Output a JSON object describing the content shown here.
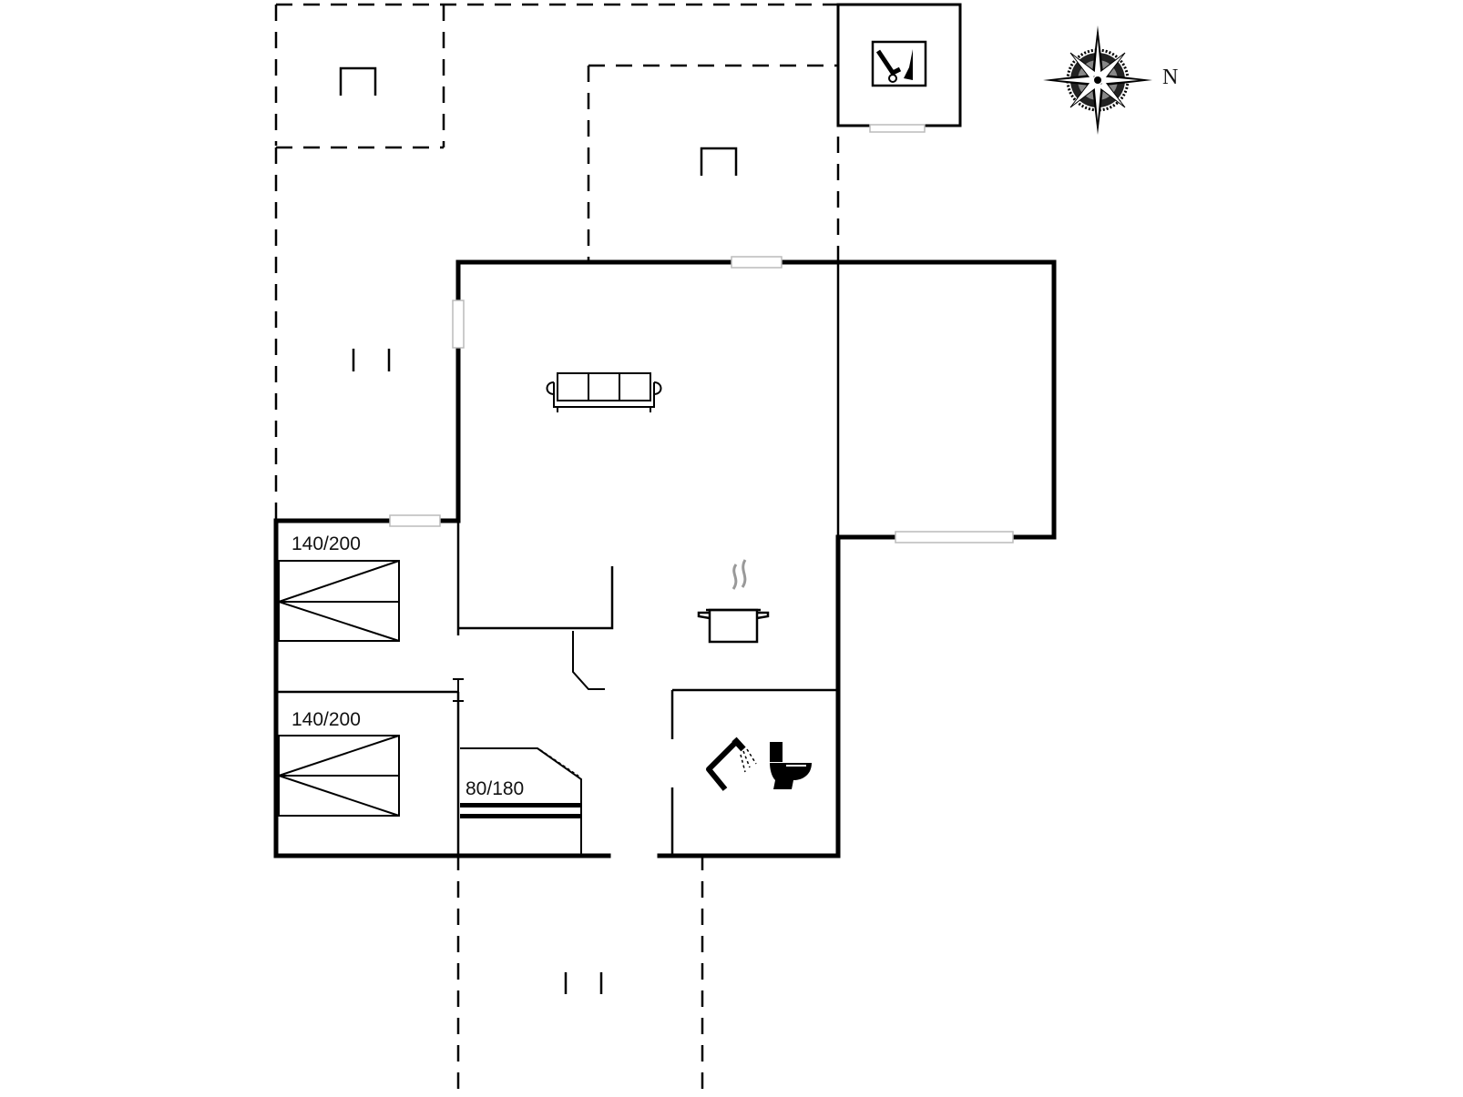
{
  "plan": {
    "bed_labels": [
      "140/200",
      "140/200",
      "80/180"
    ],
    "compass": {
      "north_label": "N"
    },
    "icons": [
      "sofa-icon",
      "cooking-pot-icon",
      "shower-icon",
      "toilet-icon",
      "washing-machine-icon",
      "terrace-icon",
      "compass-rose-icon"
    ]
  }
}
